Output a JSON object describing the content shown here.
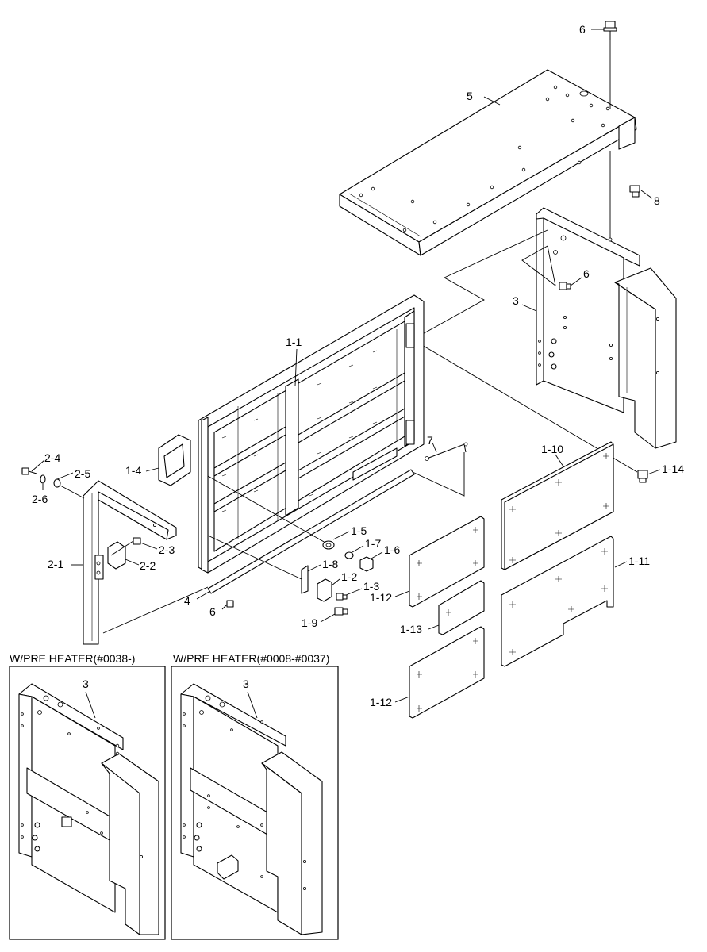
{
  "callouts": {
    "c6a": "6",
    "c5": "5",
    "c8": "8",
    "c6b": "6",
    "c3": "3",
    "c1_1": "1-1",
    "c7": "7",
    "c1_10": "1-10",
    "c1_14": "1-14",
    "c2_4": "2-4",
    "c2_5": "2-5",
    "c2_6": "2-6",
    "c1_4": "1-4",
    "c2_3": "2-3",
    "c2_2": "2-2",
    "c2_1": "2-1",
    "c1_5": "1-5",
    "c1_7": "1-7",
    "c1_6": "1-6",
    "c1_8": "1-8",
    "c1_2": "1-2",
    "c1_3": "1-3",
    "c1_12a": "1-12",
    "c1_11": "1-11",
    "c4": "4",
    "c6c": "6",
    "c1_9": "1-9",
    "c1_13": "1-13",
    "c1_12b": "1-12",
    "inset_left_3": "3",
    "inset_right_3": "3"
  },
  "insets": {
    "left_title": "W/PRE HEATER(#0038-)",
    "right_title": "W/PRE HEATER(#0008-#0037)"
  }
}
